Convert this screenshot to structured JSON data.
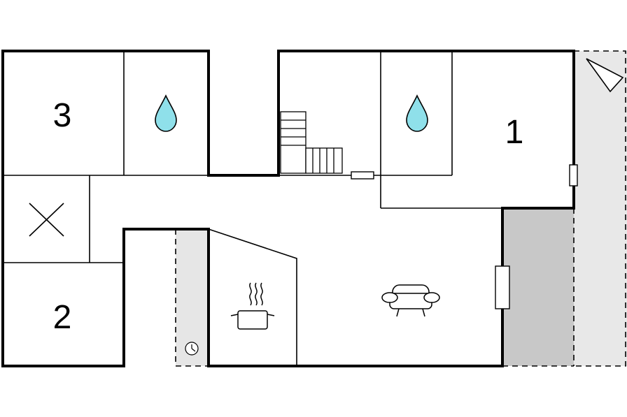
{
  "floorplan": {
    "room_labels": [
      {
        "id": "room-3",
        "text": "3"
      },
      {
        "id": "room-1",
        "text": "1"
      },
      {
        "id": "room-2",
        "text": "2"
      }
    ],
    "icons": {
      "bathroom_left": "water-drop-icon",
      "bathroom_right": "water-drop-icon",
      "utility": "cross-icon",
      "kitchen": "cooking-pot-icon",
      "living": "sofa-icon",
      "storage": "clock-icon",
      "compass": "north-arrow-icon",
      "stairs": "stairs-icon"
    },
    "colors": {
      "walls": "#000000",
      "water": "#8fe0ea",
      "terrace": "#e8e8e8",
      "covered_terrace": "#c8c8c8",
      "background": "#ffffff"
    }
  }
}
